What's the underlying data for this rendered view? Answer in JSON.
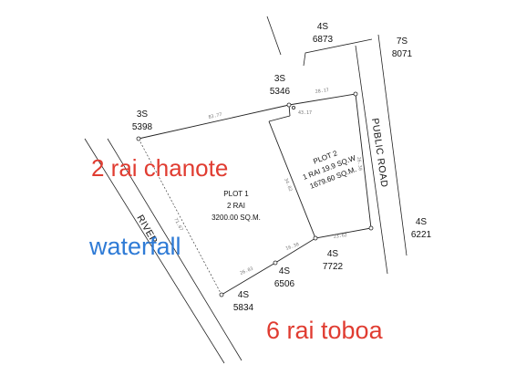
{
  "parcels": {
    "p_4S_6873": {
      "code": "4S",
      "number": "6873"
    },
    "p_7S_8071": {
      "code": "7S",
      "number": "8071"
    },
    "p_3S_5346": {
      "code": "3S",
      "number": "5346"
    },
    "p_3S_5398": {
      "code": "3S",
      "number": "5398"
    },
    "p_4S_6221": {
      "code": "4S",
      "number": "6221"
    },
    "p_4S_7722": {
      "code": "4S",
      "number": "7722"
    },
    "p_4S_6506": {
      "code": "4S",
      "number": "6506"
    },
    "p_4S_5834": {
      "code": "4S",
      "number": "5834"
    }
  },
  "plot1": {
    "title": "PLOT 1",
    "size": "2 RAI",
    "area": "3200.00 SQ.M."
  },
  "plot2": {
    "title": "PLOT 2",
    "size": "1 RAI 19.9 SQ.W",
    "area": "1679.60 SQ.M."
  },
  "labels": {
    "river": "RIVER",
    "public_road": "PUBLIC ROAD"
  },
  "dimensions": {
    "top_left": "83.77",
    "top_right": "28.17",
    "top_mid": "43.17",
    "right_side": "26.30",
    "plot2_left": "34.02",
    "left_side": "71.67",
    "bottom_left": "26.03",
    "bottom_mid": "16.30",
    "bottom_right": "23.62"
  },
  "annotations": {
    "chanote": {
      "text": "2 rai chanote",
      "color": "#e03c31"
    },
    "waterfall": {
      "text": "waterfall",
      "color": "#2f7bd6"
    },
    "toboa": {
      "text": "6 rai toboa",
      "color": "#e03c31"
    }
  }
}
